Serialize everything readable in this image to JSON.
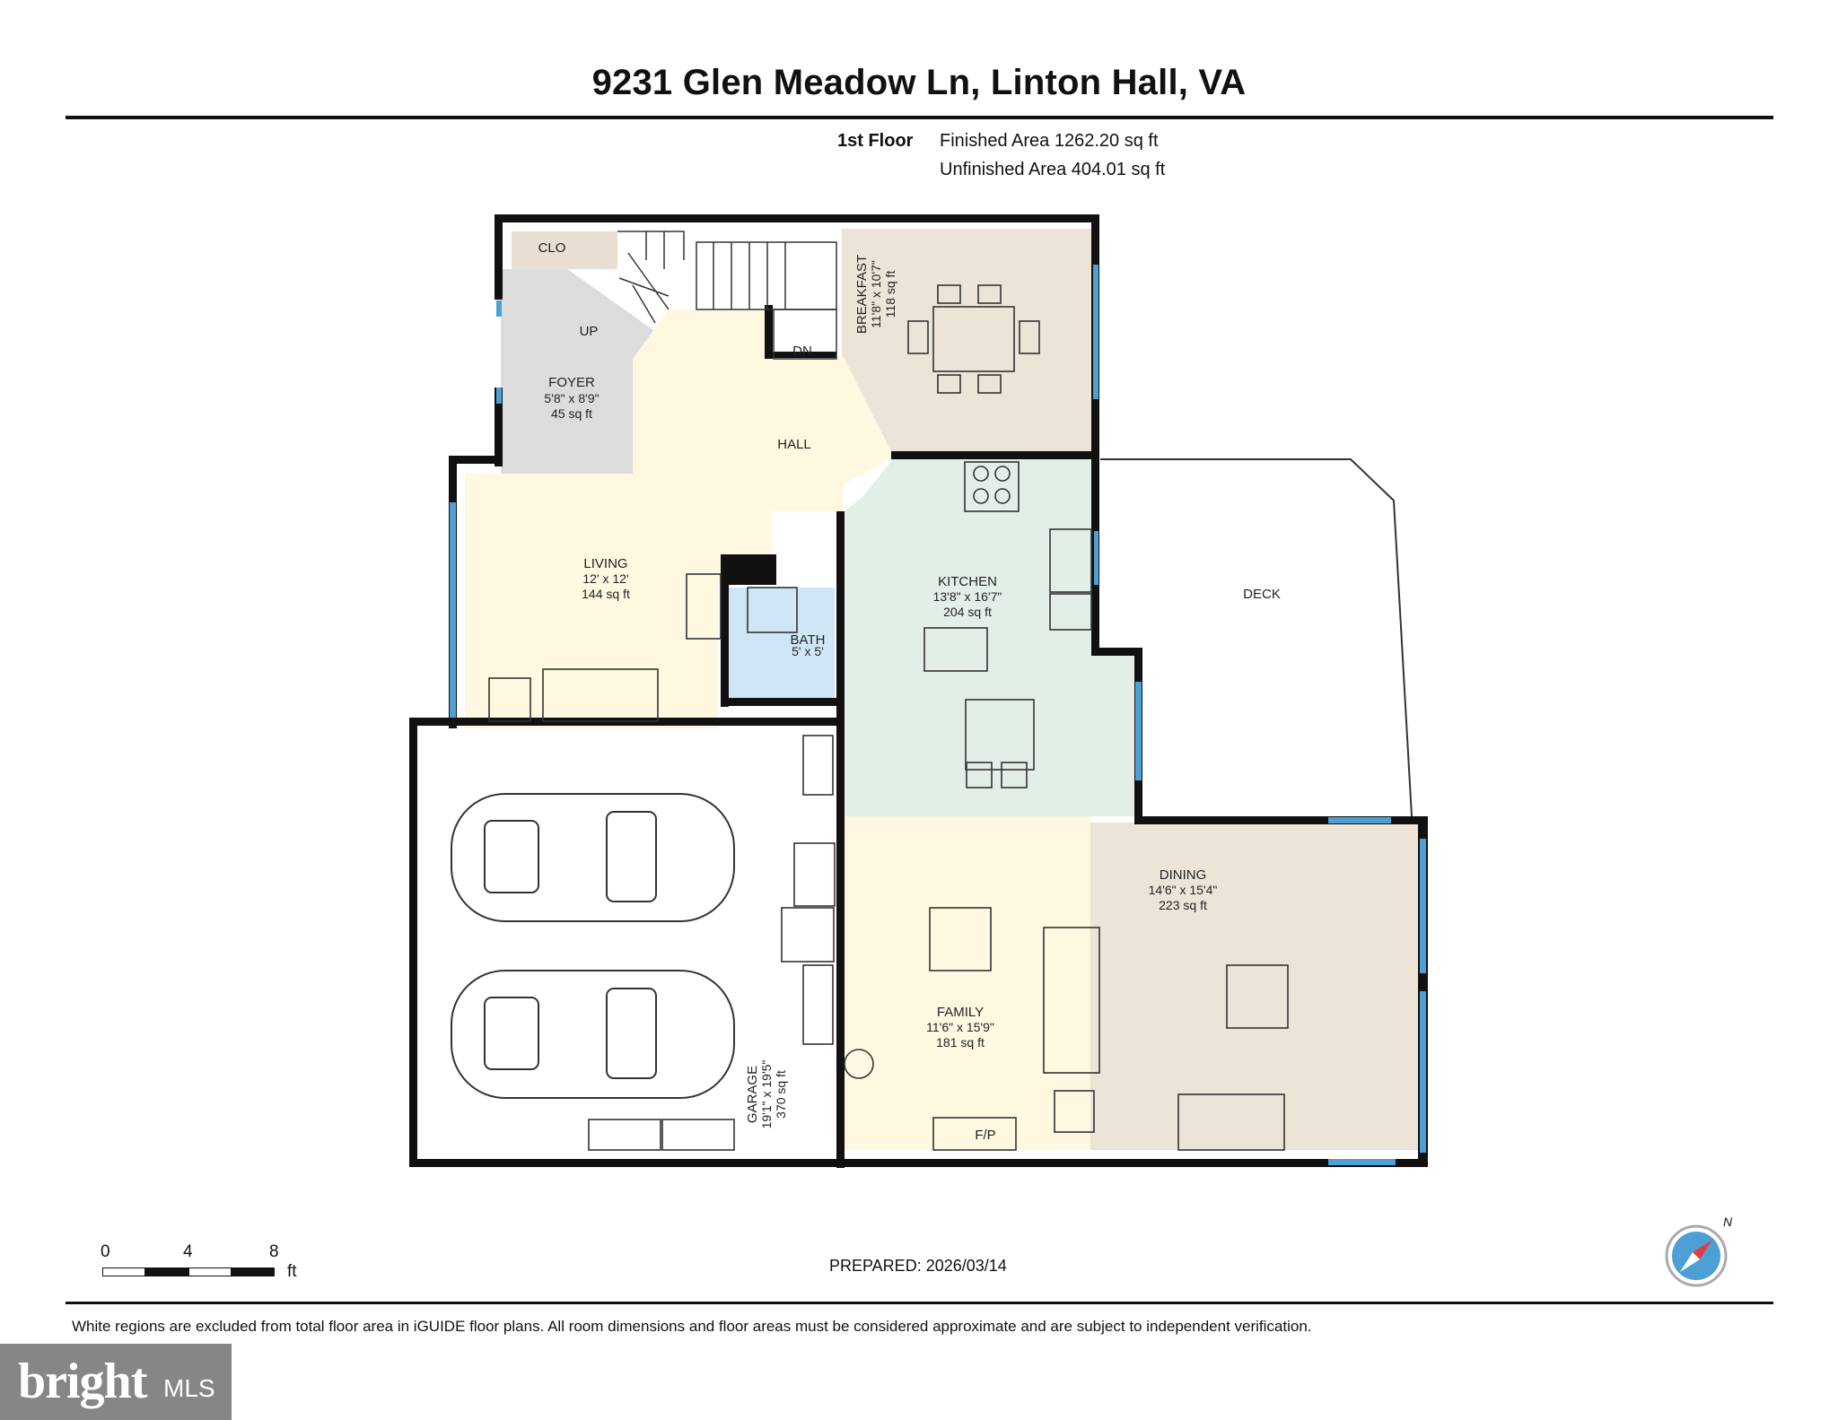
{
  "header": {
    "title": "9231 Glen Meadow Ln, Linton Hall, VA",
    "floor": "1st Floor",
    "finished_area": "Finished Area 1262.20 sq ft",
    "unfinished_area": "Unfinished Area 404.01 sq ft"
  },
  "rooms": {
    "clo": {
      "name": "CLO"
    },
    "foyer": {
      "name": "FOYER",
      "dims": "5'8\" x 8'9\"",
      "area": "45 sq ft",
      "up": "UP"
    },
    "hall": {
      "name": "HALL",
      "dn": "DN"
    },
    "breakfast": {
      "name": "BREAKFAST",
      "dims": "11'8\" x 10'7\"",
      "area": "118 sq ft"
    },
    "living": {
      "name": "LIVING",
      "dims": "12' x 12'",
      "area": "144 sq ft"
    },
    "bath": {
      "name": "BATH",
      "dims": "5' x 5'"
    },
    "kitchen": {
      "name": "KITCHEN",
      "dims": "13'8\" x 16'7\"",
      "area": "204 sq ft"
    },
    "deck": {
      "name": "DECK"
    },
    "garage": {
      "name": "GARAGE",
      "dims": "19'1\" x 19'5\"",
      "area": "370 sq ft"
    },
    "family": {
      "name": "FAMILY",
      "dims": "11'6\" x 15'9\"",
      "area": "181 sq ft",
      "fp": "F/P"
    },
    "dining": {
      "name": "DINING",
      "dims": "14'6\" x 15'4\"",
      "area": "223 sq ft"
    }
  },
  "colors": {
    "foyer": "#dcdcdc",
    "hall": "#fdf8df",
    "breakfast": "#ede4d8",
    "living": "#fdf8df",
    "bath": "#cfe6f7",
    "kitchen": "#e2efe6",
    "family": "#fdf8df",
    "dining": "#ede4d8",
    "clo": "#e8ded2",
    "wall": "#111111",
    "window": "#4e9fd3"
  },
  "scale": {
    "ticks": [
      "0",
      "4",
      "8"
    ],
    "unit": "ft"
  },
  "prepared": "PREPARED: 2026/03/14",
  "compass": {
    "label": "N",
    "icon": "compass-icon"
  },
  "disclaimer": "White regions are excluded from total floor area in iGUIDE floor plans. All room dimensions and floor areas must be considered approximate and are subject to independent verification.",
  "logo": {
    "text": "bright",
    "suffix": "MLS"
  }
}
